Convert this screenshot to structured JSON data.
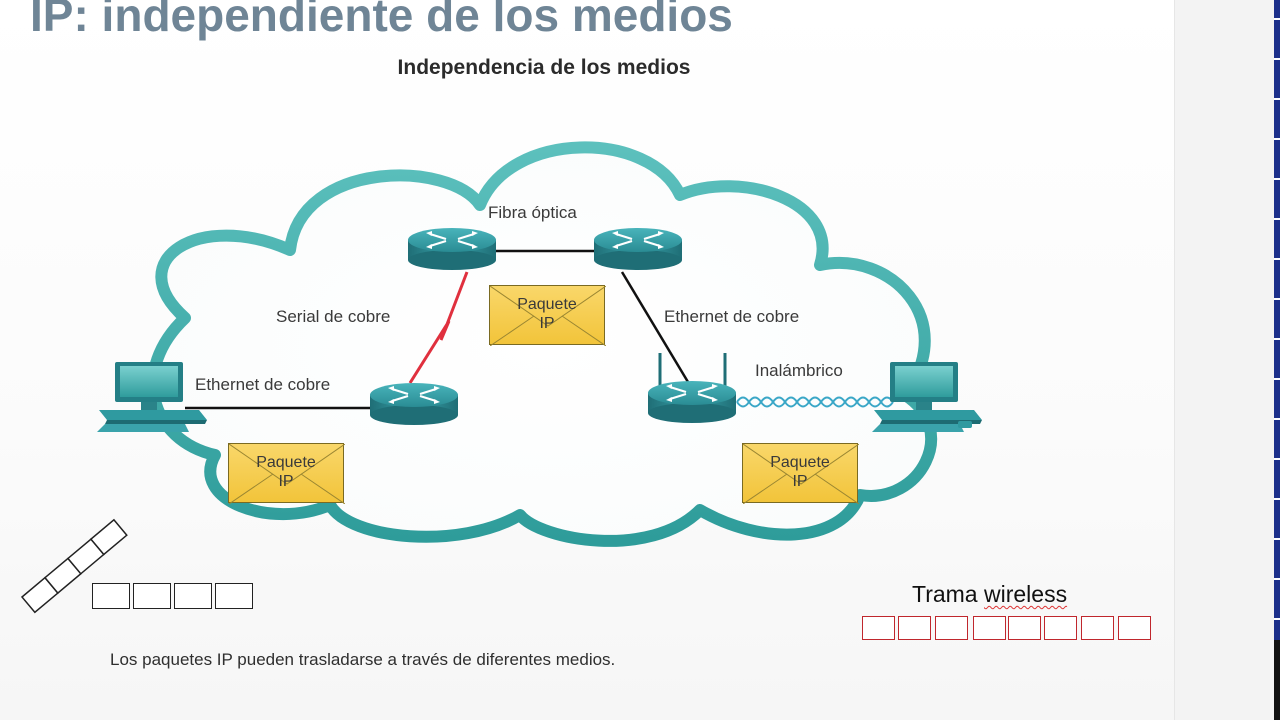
{
  "slide": {
    "title": "IP: independiente de los medios",
    "subtitle": "Independencia de los medios",
    "caption": "Los paquetes IP pueden trasladarse a través de diferentes medios."
  },
  "diagram": {
    "labels": {
      "fibra": "Fibra óptica",
      "serial": "Serial de cobre",
      "ethernet_left": "Ethernet de cobre",
      "ethernet_right": "Ethernet de cobre",
      "inalambrico": "Inalámbrico"
    },
    "packets": [
      {
        "line1": "Paquete",
        "line2": "IP"
      },
      {
        "line1": "Paquete",
        "line2": "IP"
      },
      {
        "line1": "Paquete",
        "line2": "IP"
      }
    ]
  },
  "annotation": {
    "trama_prefix": "Trama ",
    "trama_word": "wireless"
  },
  "colors": {
    "title": "#6f8596",
    "cloud": "#3aa9a6",
    "router": "#2b8d95",
    "packet": "#f2c43a",
    "serial_link": "#e0303e",
    "frame_box": "#c0272d"
  },
  "icons": [
    "router-icon",
    "workstation-icon",
    "envelope-icon",
    "wireless-antenna-icon",
    "lightning-link-icon"
  ]
}
